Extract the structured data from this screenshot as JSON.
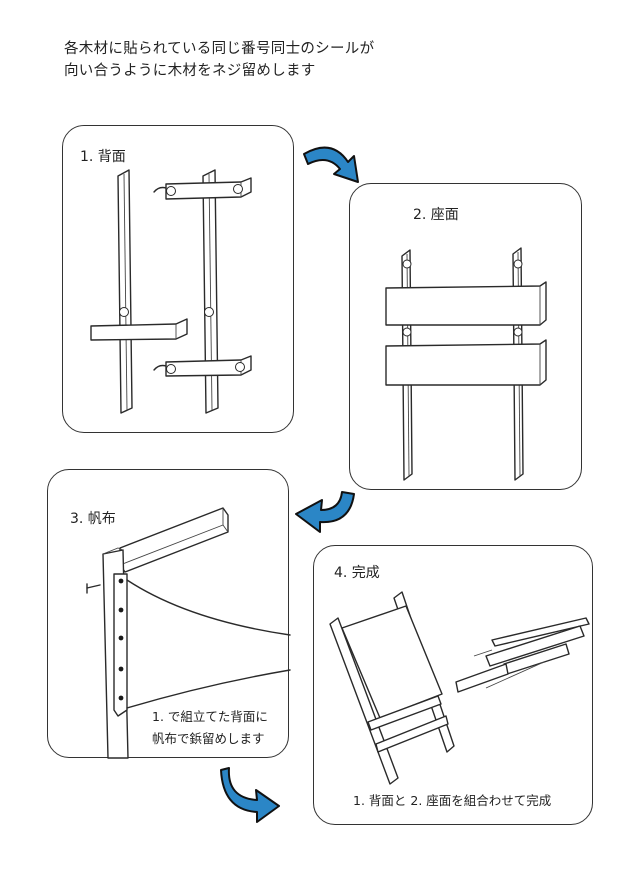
{
  "intro": {
    "line1": "各木材に貼られている同じ番号同士のシールが",
    "line2": "向い合うように木材をネジ留めします"
  },
  "steps": [
    {
      "title": "1. 背面"
    },
    {
      "title": "2. 座面"
    },
    {
      "title": "3. 帆布",
      "note_line1": "1. で組立てた背面に",
      "note_line2": "帆布で鋲留めします"
    },
    {
      "title": "4. 完成",
      "note_line1": "1. 背面と 2. 座面を組合わせて完成"
    }
  ],
  "colors": {
    "arrow_fill": "#2b86c6",
    "arrow_outline": "#111111",
    "border": "#333333"
  }
}
